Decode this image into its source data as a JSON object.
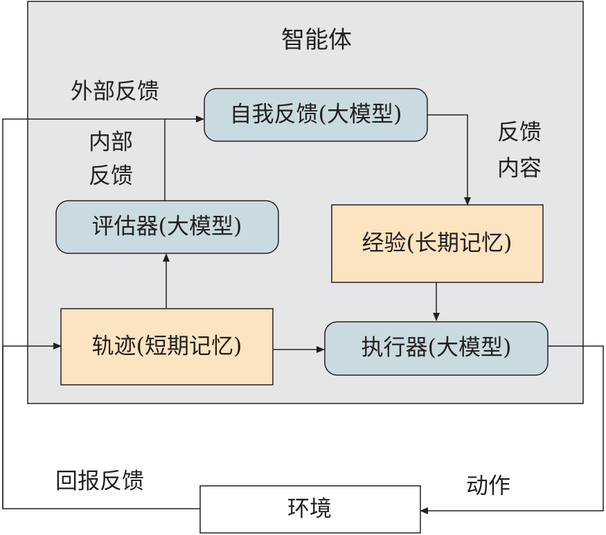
{
  "agent": {
    "title": "智能体"
  },
  "nodes": {
    "self_feedback": "自我反馈(大模型)",
    "evaluator": "评估器(大模型)",
    "experience": "经验(长期记忆)",
    "trajectory": "轨迹(短期记忆)",
    "executor": "执行器(大模型)",
    "environment": "环境"
  },
  "edge_labels": {
    "external_feedback": "外部反馈",
    "internal_feedback_line1": "内部",
    "internal_feedback_line2": "反馈",
    "feedback_content_line1": "反馈",
    "feedback_content_line2": "内容",
    "reward_feedback": "回报反馈",
    "action": "动作"
  },
  "colors": {
    "agent_region": "#e5e6e8",
    "model_box": "#c9dbe0",
    "memory_box": "#fbe4bf",
    "environment_box": "#ffffff",
    "line": "#231f20"
  }
}
